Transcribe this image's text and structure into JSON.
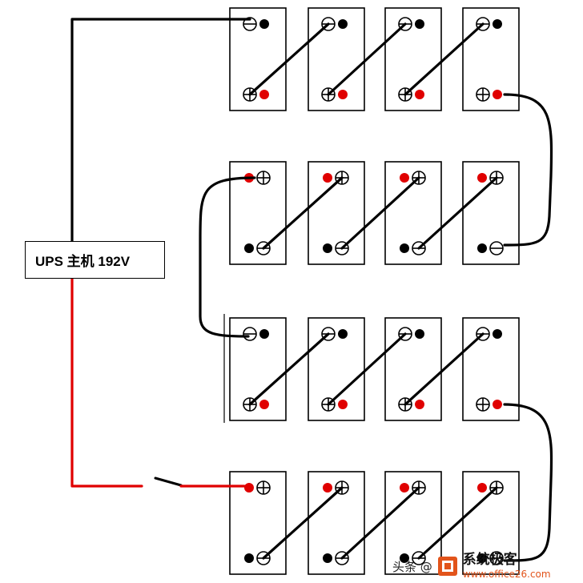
{
  "ups_label": "UPS  主机 192V",
  "watermark": {
    "prefix": "头条 @",
    "site_cn": "系统极客",
    "site_en": "www.office26.com"
  },
  "colors": {
    "positive": "#e00000",
    "negative": "#000000",
    "wire_black": "#000000",
    "wire_red": "#e00000",
    "logo_orange": "#e2541b"
  },
  "battery_bank": {
    "rows": 4,
    "columns": 4,
    "battery_count": 16,
    "terminal_orientation": [
      {
        "row": 1,
        "top": "negative",
        "bottom": "positive"
      },
      {
        "row": 2,
        "top": "positive",
        "bottom": "negative"
      },
      {
        "row": 3,
        "top": "negative",
        "bottom": "positive"
      },
      {
        "row": 4,
        "top": "positive",
        "bottom": "negative"
      }
    ]
  },
  "icons": {
    "positive_terminal": "circled-plus-icon",
    "negative_terminal": "circled-minus-icon",
    "switch": "open-switch-icon",
    "logo": "office-logo-icon"
  }
}
